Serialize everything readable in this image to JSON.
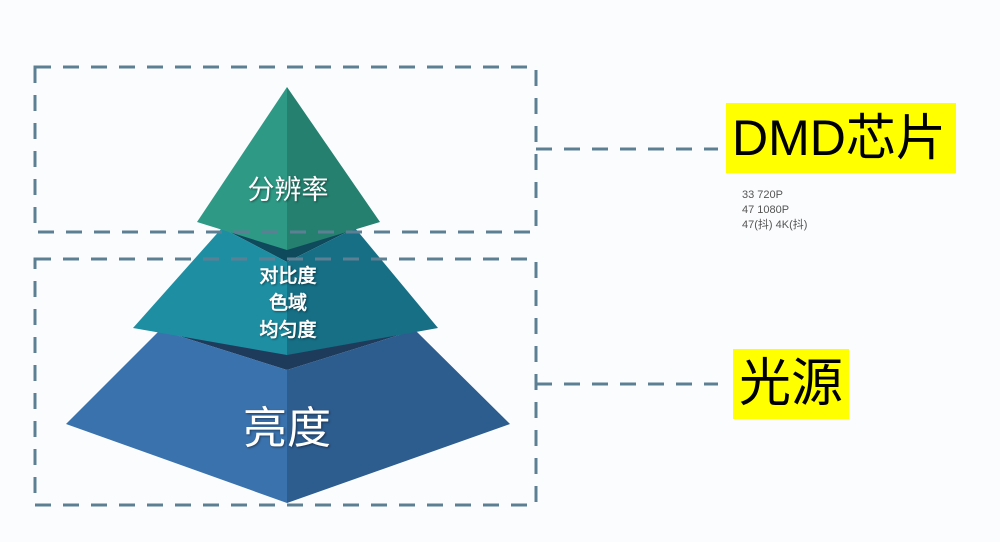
{
  "pyramid": {
    "tiers": [
      {
        "name": "top",
        "label": "分辨率",
        "colors": {
          "left": "#2e9a86",
          "right": "#25806f"
        }
      },
      {
        "name": "middle",
        "lines": [
          "对比度",
          "色域",
          "均匀度"
        ],
        "colors": {
          "left": "#1e8fa3",
          "right": "#166f85"
        }
      },
      {
        "name": "bottom",
        "label": "亮度",
        "colors": {
          "left": "#3a72ad",
          "right": "#2d5c8f"
        }
      }
    ]
  },
  "callouts": {
    "dmd": {
      "label": "DMD芯片",
      "highlight": "#ffff00"
    },
    "light_source": {
      "label": "光源",
      "highlight": "#ffff00"
    }
  },
  "specs": [
    "33 720P",
    "47 1080P",
    "47(抖) 4K(抖)"
  ],
  "dashed_color": "#5d7f94"
}
